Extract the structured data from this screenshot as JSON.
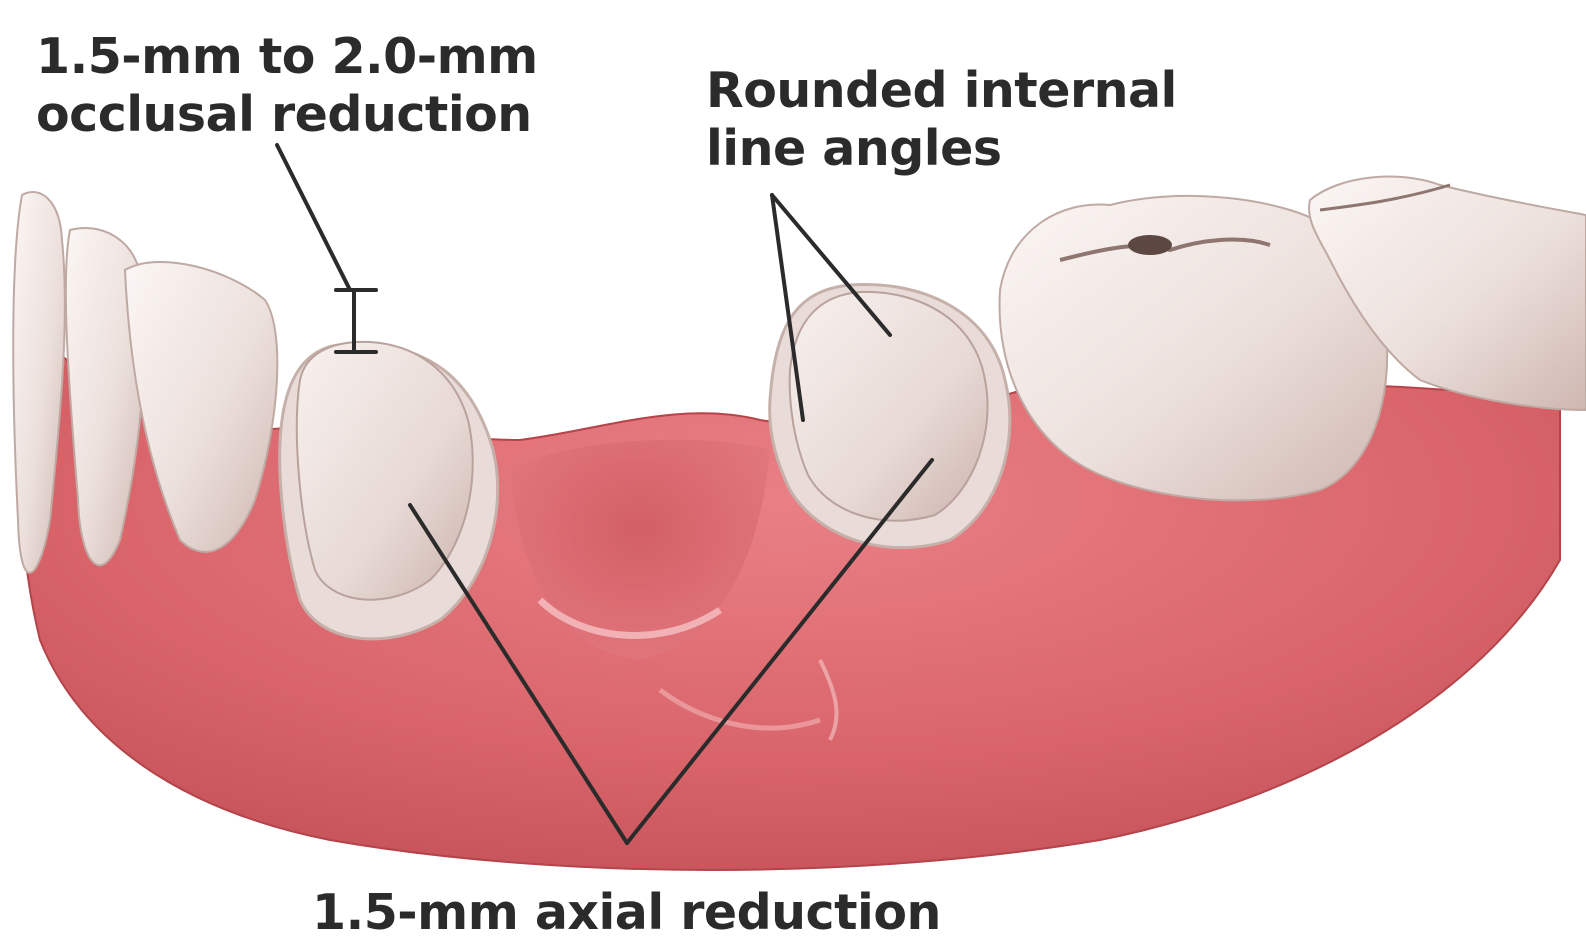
{
  "labels": {
    "occlusal_reduction": {
      "line1": "1.5-mm to 2.0-mm",
      "line2": "occlusal reduction"
    },
    "rounded_internal": {
      "line1": "Rounded internal",
      "line2": "line angles"
    },
    "axial_reduction": {
      "text": "1.5-mm axial reduction"
    }
  },
  "colors": {
    "gum": "#d9656b",
    "gum_dark": "#b8454c",
    "tooth": "#f1e7e3",
    "tooth_shadow": "#d8c2bd",
    "leader_line": "#2b2b2b"
  }
}
